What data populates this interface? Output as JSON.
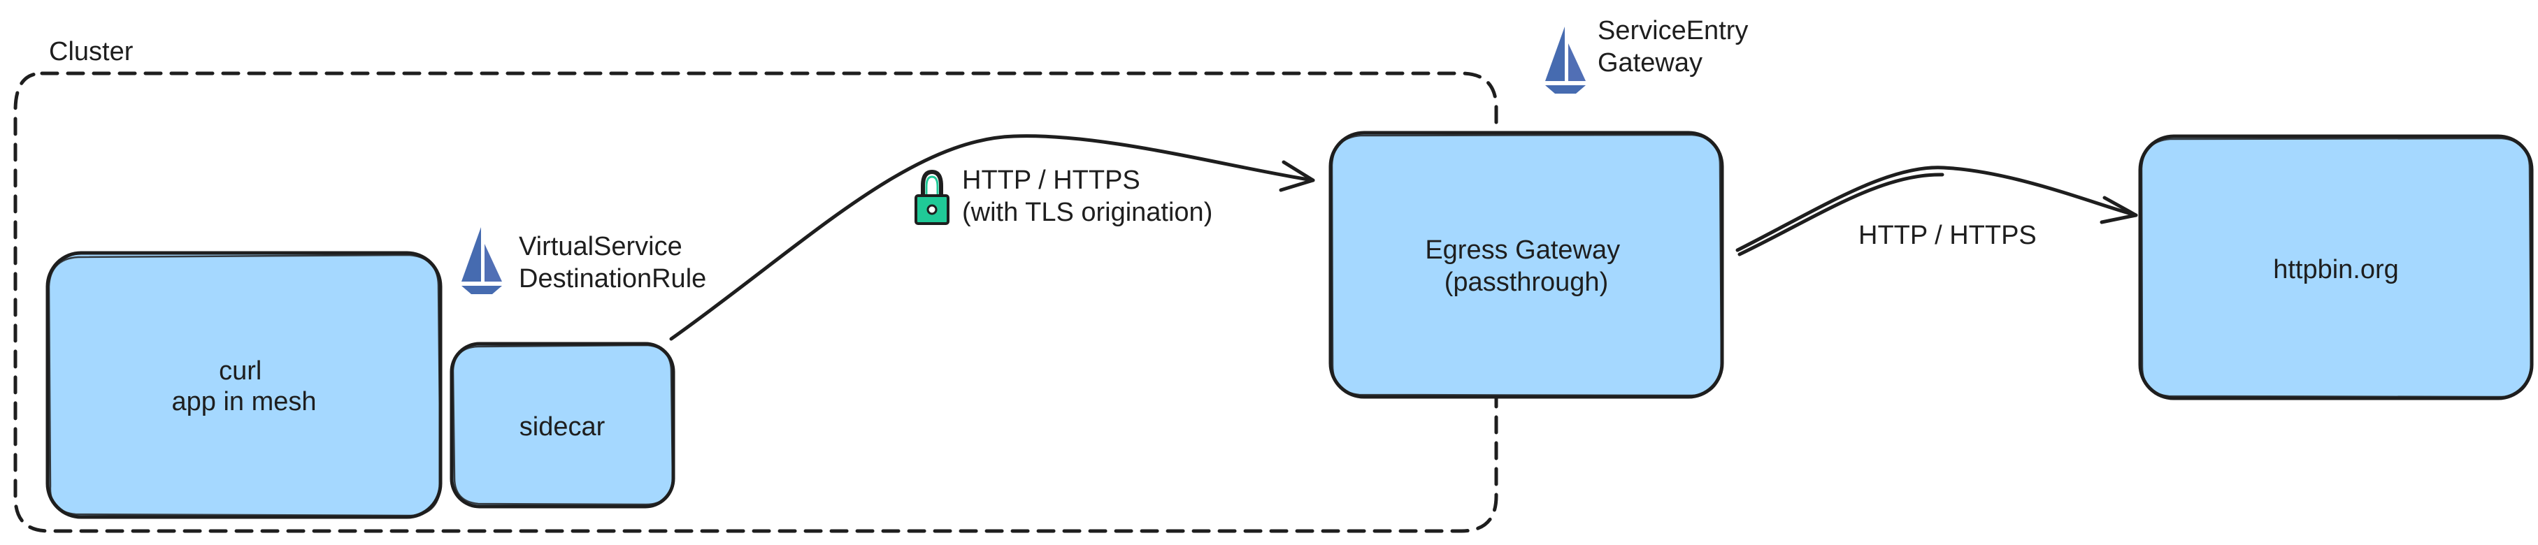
{
  "cluster": {
    "label": "Cluster"
  },
  "boxes": {
    "curl": {
      "lines": [
        "curl",
        "app in mesh"
      ]
    },
    "sidecar": {
      "lines": [
        "sidecar"
      ]
    },
    "egress_gateway": {
      "lines": [
        "Egress Gateway",
        "(passthrough)"
      ]
    },
    "httpbin": {
      "lines": [
        "httpbin.org"
      ]
    }
  },
  "annotations": {
    "sidecar_config": {
      "lines": [
        "VirtualService",
        "DestinationRule"
      ],
      "icon": "istio-sail-icon"
    },
    "gateway_config": {
      "lines": [
        "ServiceEntry",
        "Gateway"
      ],
      "icon": "istio-sail-icon"
    },
    "tls_origination": {
      "lines": [
        "HTTP / HTTPS",
        "(with TLS origination)"
      ],
      "icon": "lock-icon"
    },
    "external_traffic": {
      "lines": [
        "HTTP / HTTPS"
      ]
    }
  },
  "colors": {
    "box_fill": "#a5d8ff",
    "stroke": "#1e1e1e",
    "istio_blue": "#466bb0",
    "lock_green": "#20c997"
  }
}
